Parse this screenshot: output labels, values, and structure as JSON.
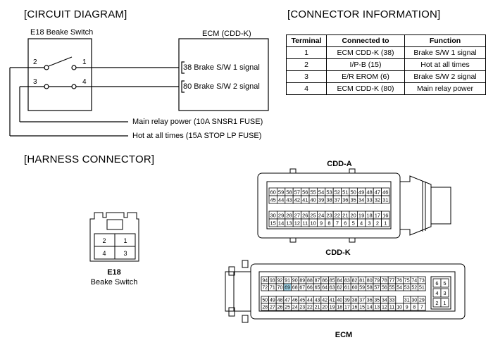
{
  "titles": {
    "circuit": "[CIRCUIT DIAGRAM]",
    "connector_info": "[CONNECTOR INFORMATION]",
    "harness": "[HARNESS CONNECTOR]"
  },
  "circuit": {
    "switch_label": "E18 Beake Switch",
    "ecm_label": "ECM (CDD-K)",
    "pins": [
      "2",
      "1",
      "3",
      "4"
    ],
    "ecm_pin1": "38 Brake S/W 1 signal",
    "ecm_pin2": "80 Brake S/W 2 signal",
    "wire_main": "Main relay power (10A SNSR1 FUSE)",
    "wire_hot": "Hot at all times (15A STOP LP FUSE)"
  },
  "connector_table": {
    "headers": [
      "Terminal",
      "Connected to",
      "Function"
    ],
    "rows": [
      [
        "1",
        "ECM CDD-K (38)",
        "Brake S/W 1 signal"
      ],
      [
        "2",
        "I/P-B (15)",
        "Hot at all times"
      ],
      [
        "3",
        "E/R EROM (6)",
        "Brake S/W 2 signal"
      ],
      [
        "4",
        "ECM CDD-K (80)",
        "Main relay power"
      ]
    ]
  },
  "harness": {
    "e18_pins": [
      "2",
      "1",
      "4",
      "3"
    ],
    "e18_name": "E18",
    "e18_desc": "Beake Switch",
    "cdda_label": "CDD-A",
    "cddk_label": "CDD-K",
    "ecm_label": "ECM",
    "cdda_rows": [
      [
        "60",
        "59",
        "58",
        "57",
        "56",
        "55",
        "54",
        "53",
        "52",
        "51",
        "50",
        "49",
        "48",
        "47",
        "46"
      ],
      [
        "45",
        "44",
        "43",
        "42",
        "41",
        "40",
        "39",
        "38",
        "37",
        "36",
        "35",
        "34",
        "33",
        "32",
        "31"
      ],
      [
        "30",
        "29",
        "28",
        "27",
        "26",
        "25",
        "24",
        "23",
        "22",
        "21",
        "20",
        "19",
        "18",
        "17",
        "16"
      ],
      [
        "15",
        "14",
        "13",
        "12",
        "11",
        "10",
        "9",
        "8",
        "7",
        "6",
        "5",
        "4",
        "3",
        "2",
        "1"
      ]
    ],
    "cddk_rows": [
      [
        "94",
        "93",
        "92",
        "91",
        "90",
        "89",
        "88",
        "87",
        "86",
        "85",
        "84",
        "83",
        "82",
        "81",
        "80",
        "79",
        "78",
        "77",
        "76",
        "75",
        "74",
        "73"
      ],
      [
        "72",
        "71",
        "70",
        "69",
        "68",
        "67",
        "66",
        "65",
        "64",
        "63",
        "62",
        "61",
        "60",
        "59",
        "58",
        "57",
        "56",
        "55",
        "54",
        "53",
        "52",
        "51"
      ],
      [
        "50",
        "49",
        "48",
        "47",
        "46",
        "45",
        "44",
        "43",
        "42",
        "41",
        "40",
        "39",
        "38",
        "37",
        "36",
        "35",
        "34",
        "33",
        "",
        "31",
        "30",
        "29"
      ],
      [
        "28",
        "27",
        "26",
        "25",
        "24",
        "23",
        "22",
        "21",
        "20",
        "19",
        "18",
        "17",
        "16",
        "15",
        "14",
        "13",
        "12",
        "11",
        "10",
        "9",
        "8",
        "7"
      ]
    ],
    "cddk_side": [
      [
        "6",
        "5"
      ],
      [
        "4",
        "3"
      ],
      [
        "2",
        "1"
      ]
    ],
    "highlight_pin": "69",
    "highlight_color": "#9fd3e6"
  }
}
